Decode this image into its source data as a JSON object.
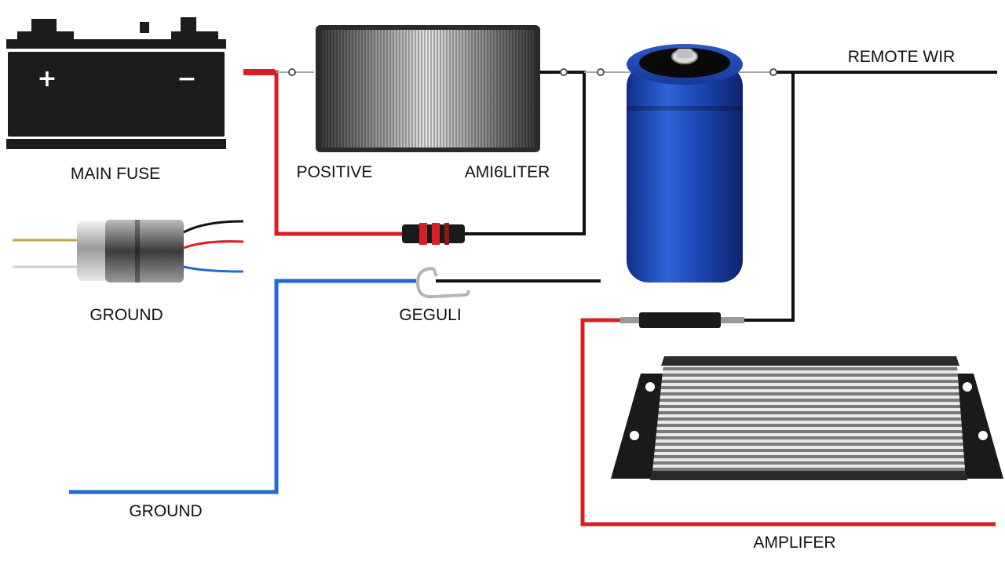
{
  "labels": {
    "battery": "MAIN FUSE",
    "positive": "POSITIVE",
    "filter": "AMI6LITER",
    "remote": "REMOTE WIR",
    "ground_left": "GROUND",
    "ground_clip": "GEGULI",
    "ground_bottom": "GROUND",
    "amplifier": "AMPLIFER"
  },
  "battery_terminals": {
    "positive": "+",
    "negative": "−"
  },
  "colors": {
    "positive_wire": "#d81f26",
    "ground_wire": "#1f6bd0",
    "remote_wire": "#111111",
    "capacitor": "#1f4fbf",
    "battery": "#1c1c1c"
  }
}
